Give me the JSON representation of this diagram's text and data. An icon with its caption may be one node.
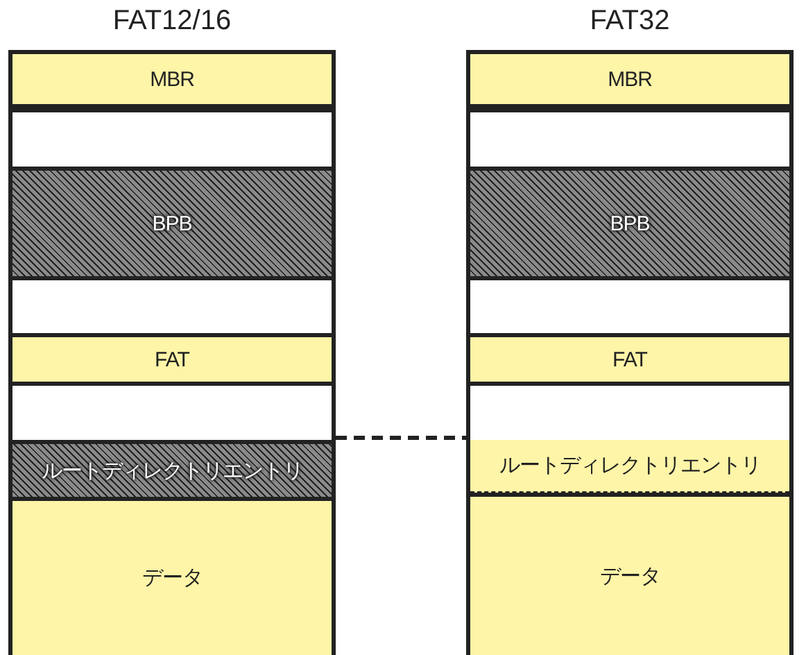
{
  "diagram": {
    "nodes": [
      {
        "text": [
          "FAT12/16"
        ]
      },
      {
        "text": [
          "MBR"
        ],
        "in": 0
      },
      {
        "text": [],
        "shape": "box",
        "in": 0
      },
      {
        "text": [
          "BPB"
        ],
        "in": 0
      },
      {
        "text": [],
        "shape": "box",
        "in": 0
      },
      {
        "text": [
          "FAT"
        ],
        "in": 0
      },
      {
        "text": [],
        "shape": "box",
        "in": 0
      },
      {
        "text": [
          "ルートディレクトリエントリ"
        ],
        "in": 0
      },
      {
        "text": [
          "データ"
        ],
        "in": 0
      },
      {
        "text": [
          "FAT32"
        ]
      },
      {
        "text": [
          "MBR"
        ],
        "in": 9
      },
      {
        "text": [],
        "shape": "box",
        "in": 9
      },
      {
        "text": [
          "BPB"
        ],
        "in": 9
      },
      {
        "text": [],
        "shape": "box",
        "in": 9
      },
      {
        "text": [
          "FAT"
        ],
        "in": 9
      },
      {
        "text": [],
        "shape": "box",
        "in": 9
      },
      {
        "text": [
          "ルートディレクトリエントリ"
        ],
        "in": 9
      },
      {
        "text": [
          "データ"
        ],
        "in": 9
      }
    ],
    "edges": [
      {
        "from": 7,
        "to": 16,
        "arrow": "none",
        "style": "dashed"
      }
    ]
  }
}
